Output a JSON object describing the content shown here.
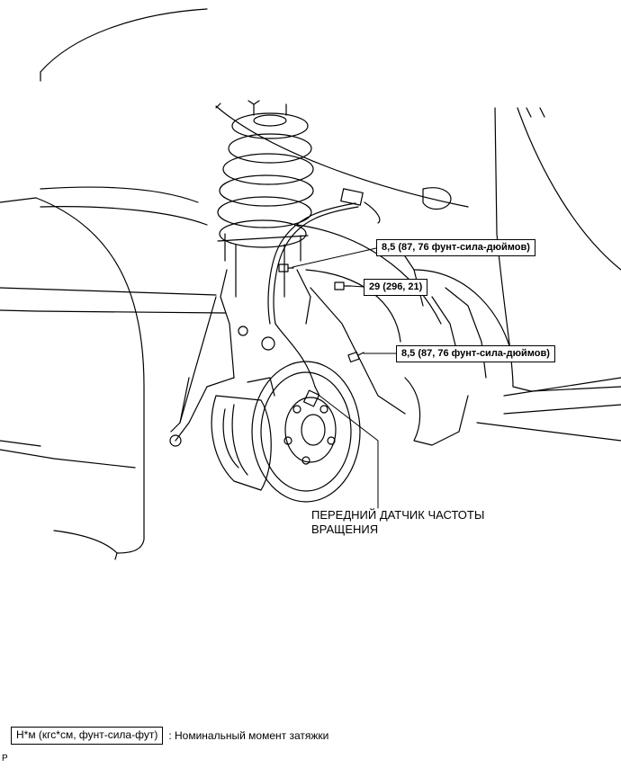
{
  "torque_labels": {
    "upper_bracket_bolt": "8,5 (87, 76 фунт-сила-дюймов)",
    "knuckle_bolt": "29 (296, 21)",
    "lower_bracket_bolt": "8,5 (87, 76 фунт-сила-дюймов)"
  },
  "part_label": {
    "line1": "ПЕРЕДНИЙ ДАТЧИК ЧАСТОТЫ",
    "line2": "ВРАЩЕНИЯ"
  },
  "legend": {
    "unit_box": "Н*м (кгс*см, фунт-сила-фут)",
    "description": ": Номинальный момент затяжки"
  },
  "corner_code": "P",
  "colors": {
    "line": "#000000",
    "background": "#ffffff"
  }
}
